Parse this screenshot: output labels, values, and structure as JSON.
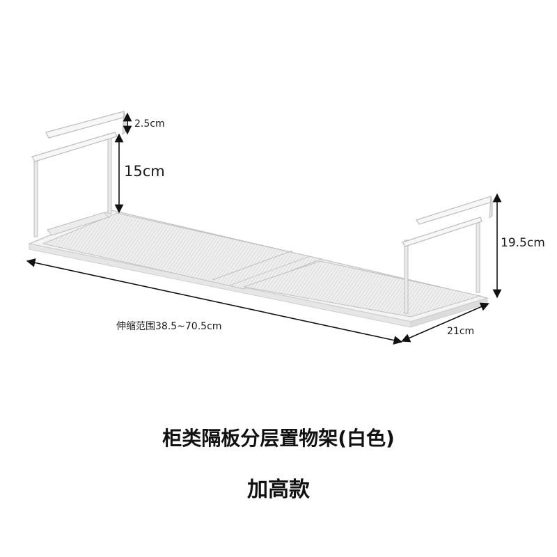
{
  "product": {
    "title": "柜类隔板分层置物架(白色)",
    "subtitle": "加高款",
    "color_variant": "白色"
  },
  "dimensions": {
    "hook_thickness": "2.5cm",
    "inner_height": "15cm",
    "total_height": "19.5cm",
    "depth": "21cm",
    "extend_range": "伸缩范围38.5~70.5cm"
  },
  "colors": {
    "background": "#ffffff",
    "shelf_body": "#f2f2f2",
    "shelf_edge": "#cfcfcf",
    "mesh": "#d9d9d9",
    "arrow": "#111111",
    "text": "#111111"
  }
}
